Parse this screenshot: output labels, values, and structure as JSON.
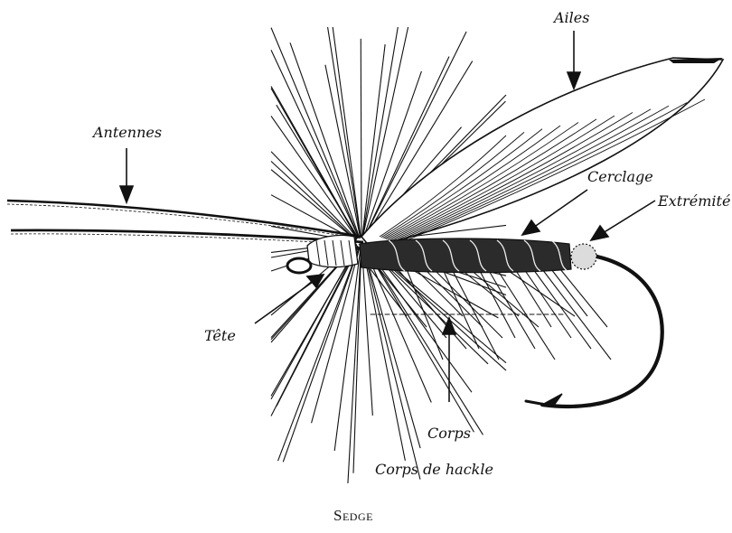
{
  "caption": "Sedge",
  "labels": {
    "ailes": "Ailes",
    "antennes": "Antennes",
    "cerclage": "Cerclage",
    "extremite": "Extrémité",
    "tete": "Tête",
    "corps": "Corps",
    "corps_de_hackle": "Corps de hackle"
  },
  "colors": {
    "ink": "#111111",
    "paper": "#ffffff"
  }
}
